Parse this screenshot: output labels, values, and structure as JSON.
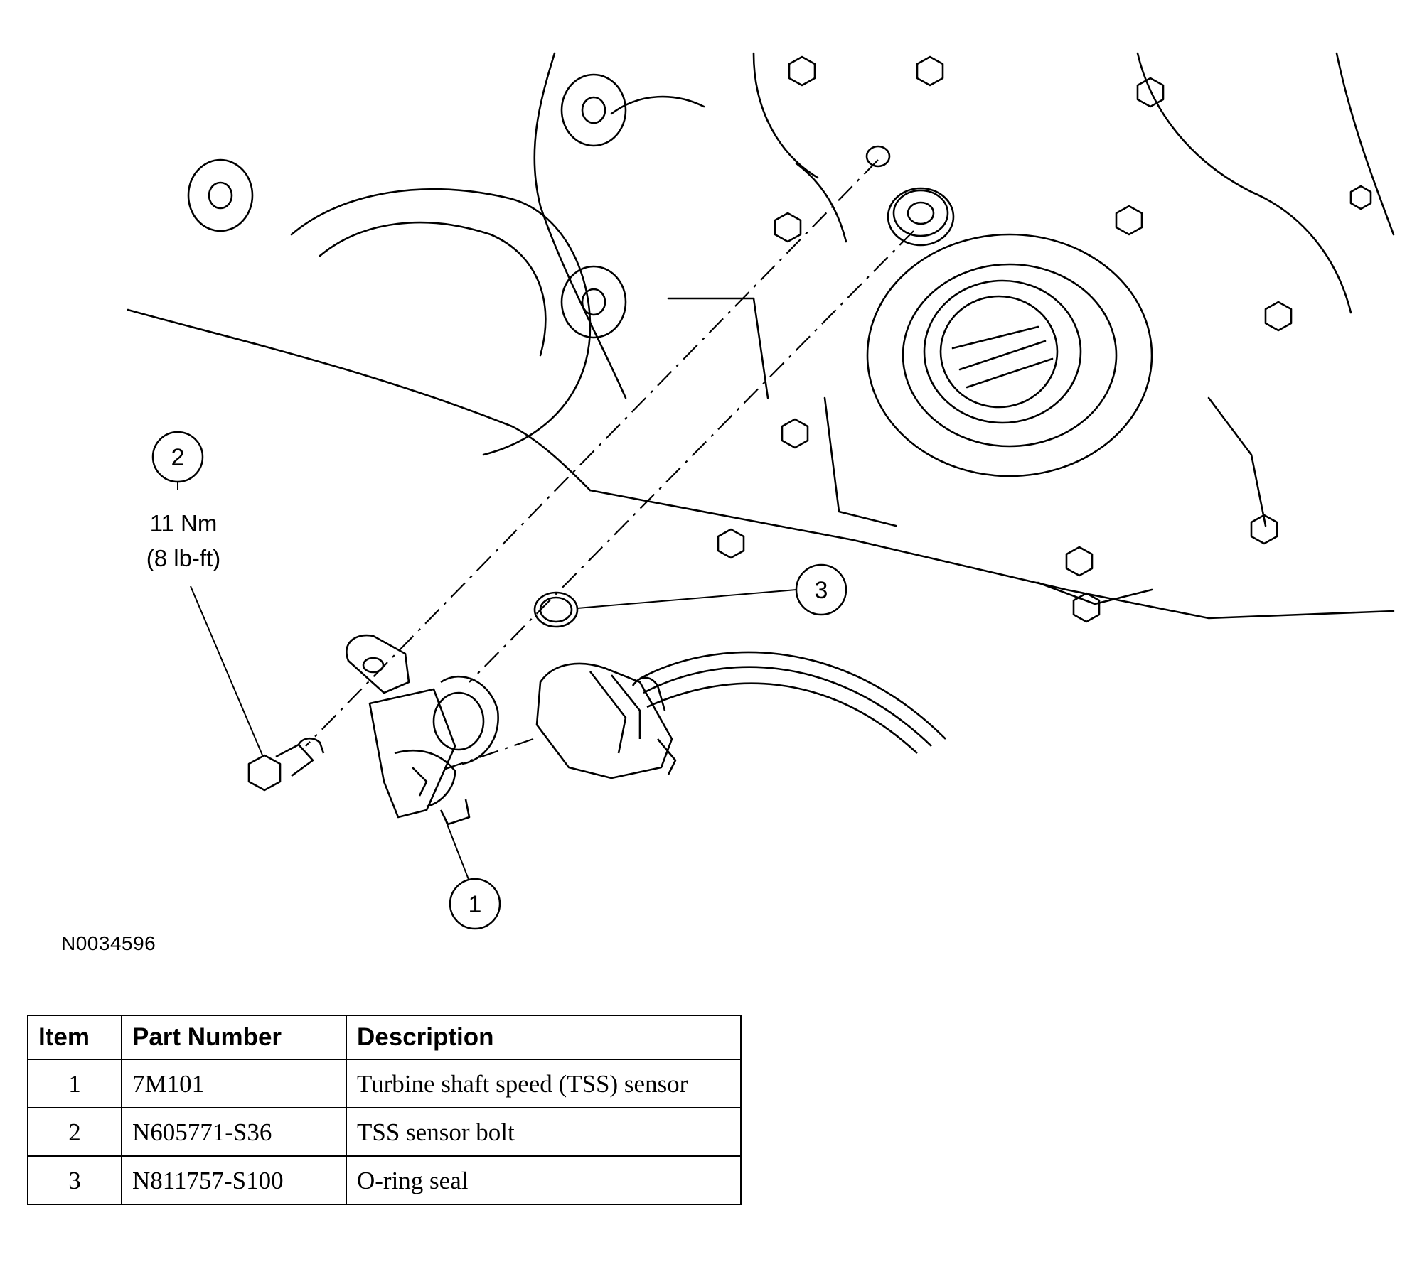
{
  "figure_id": "N0034596",
  "callouts": [
    {
      "number": "1"
    },
    {
      "number": "2",
      "torque_nm": "11 Nm",
      "torque_lbft": "(8 lb-ft)"
    },
    {
      "number": "3"
    }
  ],
  "table": {
    "headers": [
      "Item",
      "Part Number",
      "Description"
    ],
    "rows": [
      {
        "item": "1",
        "part_number": "7M101",
        "description": "Turbine shaft speed (TSS) sensor"
      },
      {
        "item": "2",
        "part_number": "N605771-S36",
        "description": "TSS sensor bolt"
      },
      {
        "item": "3",
        "part_number": "N811757-S100",
        "description": "O-ring seal"
      }
    ]
  }
}
